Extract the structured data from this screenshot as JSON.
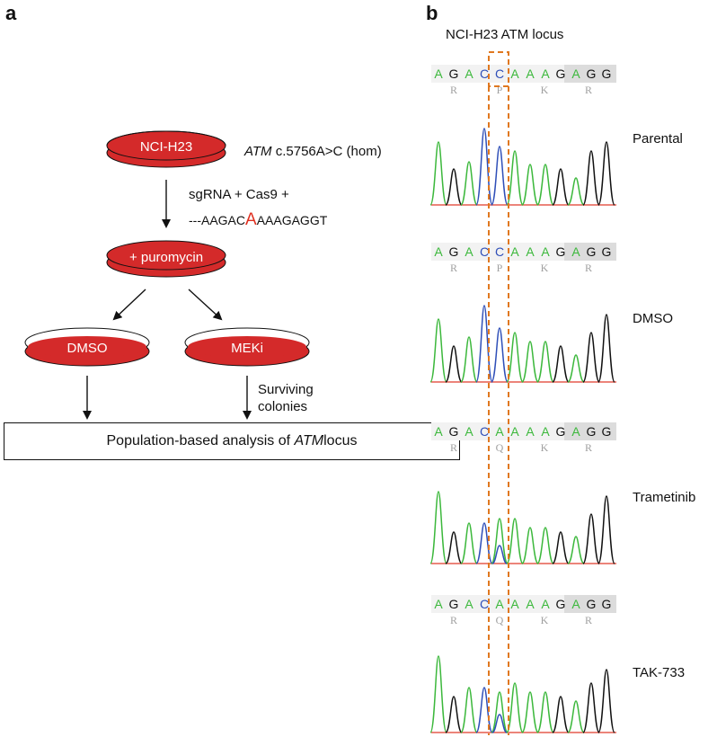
{
  "panels": {
    "a": "a",
    "b": "b"
  },
  "panel_a": {
    "dish_top": "NCI-H23",
    "mutation_gene": "ATM",
    "mutation_text": " c.5756A>C (hom)",
    "treatment": "sgRNA + Cas9 +",
    "donor_prefix": "---AAGAC",
    "donor_highlight": "A",
    "donor_suffix": "AAAGAGGT",
    "dish_selection": "+ puromycin",
    "dish_left": "DMSO",
    "dish_right": "MEKi",
    "surviving_line1": "Surviving",
    "surviving_line2": "colonies",
    "analysis_prefix": "Population-based analysis of ",
    "analysis_gene": "ATM",
    "analysis_suffix": " locus"
  },
  "panel_b": {
    "title": "NCI-H23 ATM locus",
    "samples": [
      {
        "label": "Parental",
        "bases": [
          "A",
          "G",
          "A",
          "C",
          "C",
          "A",
          "A",
          "A",
          "G",
          "A",
          "G",
          "G"
        ],
        "aa": [
          "R",
          "P",
          "K",
          "R"
        ]
      },
      {
        "label": "DMSO",
        "bases": [
          "A",
          "G",
          "A",
          "C",
          "C",
          "A",
          "A",
          "A",
          "G",
          "A",
          "G",
          "G"
        ],
        "aa": [
          "R",
          "P",
          "K",
          "R"
        ]
      },
      {
        "label": "Trametinib",
        "bases": [
          "A",
          "G",
          "A",
          "C",
          "A",
          "A",
          "A",
          "A",
          "G",
          "A",
          "G",
          "G"
        ],
        "aa": [
          "R",
          "Q",
          "K",
          "R"
        ]
      },
      {
        "label": "TAK-733",
        "bases": [
          "A",
          "G",
          "A",
          "C",
          "A",
          "A",
          "A",
          "A",
          "G",
          "A",
          "G",
          "G"
        ],
        "aa": [
          "R",
          "Q",
          "K",
          "R"
        ]
      }
    ]
  },
  "colors": {
    "dish_red": "#d42a2a",
    "highlight_orange": "#e07820",
    "base_A": "#3cb83c",
    "base_C": "#2f4fb8",
    "base_G": "#111111",
    "base_T": "#d92020"
  }
}
